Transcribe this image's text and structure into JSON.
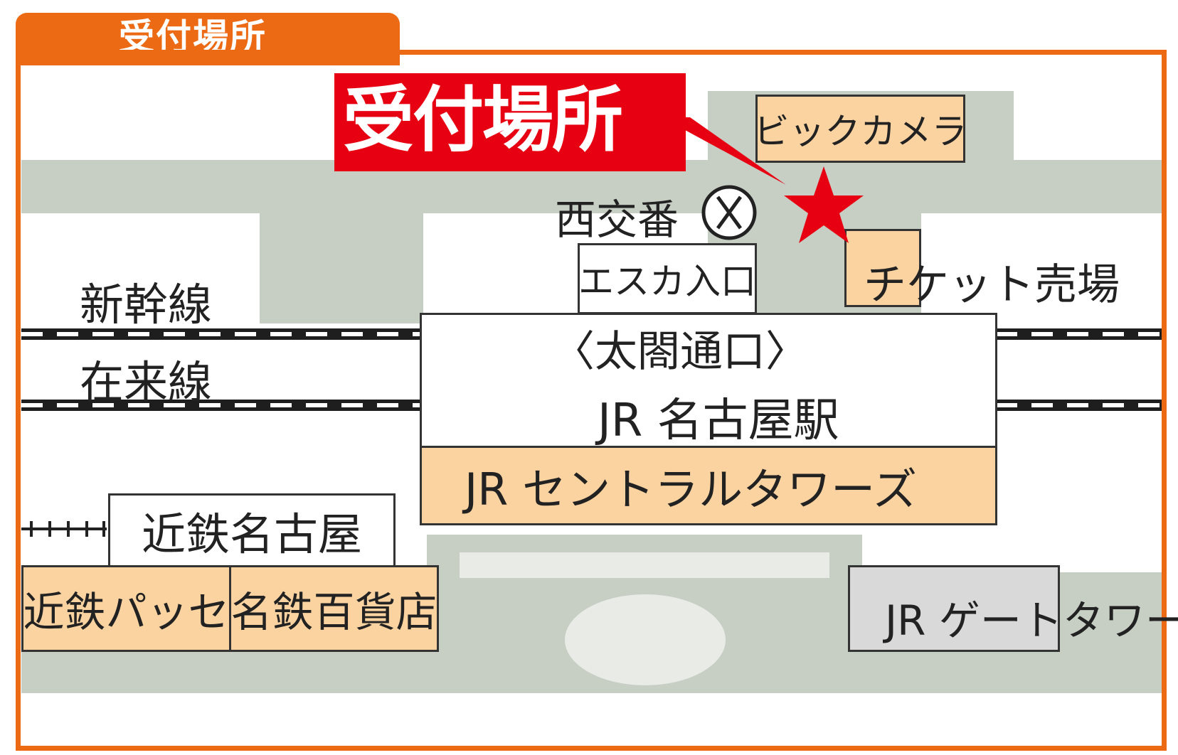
{
  "header": {
    "title": "受付場所"
  },
  "callout": {
    "label": "受付場所"
  },
  "colors": {
    "accent": "#ec6a13",
    "highlight": "#e60012",
    "road": "#c7cfc5",
    "building": "#fbd3a0"
  },
  "landmarks": {
    "bic_camera": "ビックカメラ",
    "west_police_box": "西交番",
    "police_box_icon": "police-box-x-symbol",
    "esca_entrance": "エスカ入口",
    "ticket_office": "チケット売場",
    "shinkansen": "新幹線",
    "conventional_line": "在来線",
    "taikou_exit": "〈太閤通口〉",
    "jr_nagoya_station": "JR 名古屋駅",
    "jr_central_towers": "JR セントラルタワーズ",
    "kintetsu_nagoya": "近鉄名古屋",
    "kintetsu_passe": "近鉄パッセ",
    "meitetsu_dept": "名鉄百貨店",
    "jr_gate_tower": "JR ゲートタワー"
  },
  "marker": {
    "icon": "star-marker"
  }
}
